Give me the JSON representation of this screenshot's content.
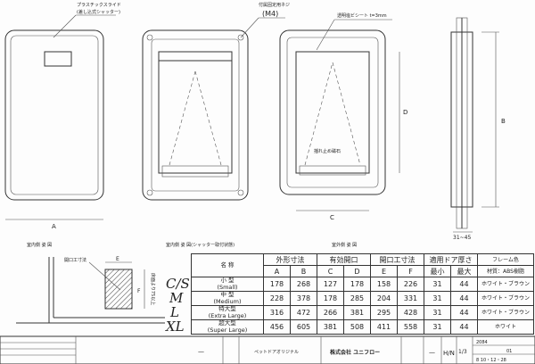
{
  "annotations": {
    "plastic_slide": "プラスチックスライド",
    "plastic_slide_sub": "(差し込式シャッター)",
    "screw": "付属固定用ネジ",
    "screw_sub": "(M4)",
    "pvc_sheet": "透明塩ビシート t=3mm",
    "magnet": "揺れ止め磁石",
    "dim_a": "A",
    "dim_b": "B",
    "dim_c": "C",
    "dim_d": "D",
    "dim_e": "E",
    "dim_f": "F",
    "dim_side": "31~45",
    "cut_size": "開口工寸法",
    "floor_note": "床面より75以上"
  },
  "view_titles": [
    "室内側 姿 図",
    "室内側 姿 図(シャッター取付状態)",
    "室外側 姿 図"
  ],
  "table": {
    "name_header": "名 称",
    "groups": [
      "外形寸法",
      "有効開口",
      "開口工寸法",
      "適用ドア厚さ",
      "フレーム色"
    ],
    "sub": [
      "A",
      "B",
      "C",
      "D",
      "E",
      "F",
      "最小",
      "最大",
      "材質：ABS樹脂"
    ],
    "rows": [
      {
        "jp": "小 型",
        "en": "(Small)",
        "v": [
          178,
          268,
          127,
          178,
          158,
          226,
          31,
          44
        ],
        "color": "ホワイト・ブラウン"
      },
      {
        "jp": "中 型",
        "en": "(Medium)",
        "v": [
          228,
          378,
          178,
          285,
          204,
          331,
          31,
          44
        ],
        "color": "ホワイト・ブラウン"
      },
      {
        "jp": "特大型",
        "en": "(Extra Large)",
        "v": [
          316,
          472,
          266,
          381,
          295,
          428,
          31,
          44
        ],
        "color": "ホワイト・ブラウン"
      },
      {
        "jp": "超大型",
        "en": "(Super Large)",
        "v": [
          456,
          605,
          381,
          508,
          411,
          558,
          31,
          44
        ],
        "color": "ホワイト"
      }
    ]
  },
  "handwritten": [
    "C/S",
    "M",
    "L",
    "XL"
  ],
  "title_block": {
    "dash1": "—",
    "product": "ペットドアオリジナル",
    "company": "株式会社 ユニフロー",
    "dash2": "—",
    "drawn": "H/N",
    "scale": "1/3",
    "no1": "2084",
    "no2": "01",
    "date": "8  10・12・28"
  }
}
